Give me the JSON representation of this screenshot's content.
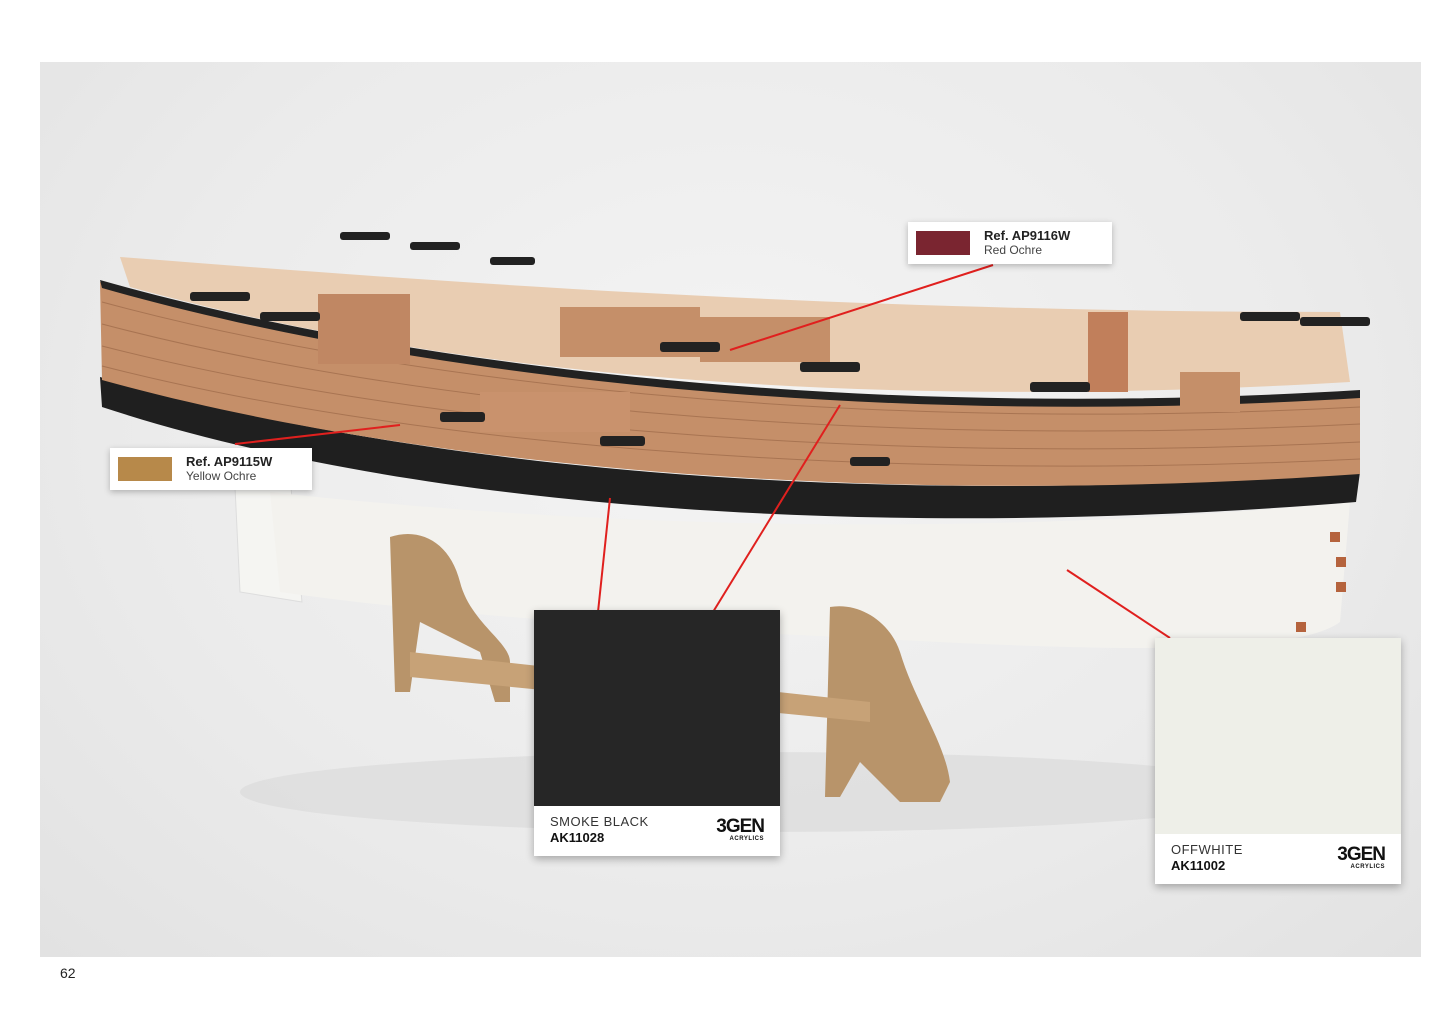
{
  "page": {
    "number": "62"
  },
  "labels": [
    {
      "ref": "Ref. AP9116W",
      "name": "Red Ochre",
      "color": "#7a2530"
    },
    {
      "ref": "Ref. AP9115W",
      "name": "Yellow Ochre",
      "color": "#b7894a"
    }
  ],
  "chips": [
    {
      "name": "SMOKE BLACK",
      "code": "AK11028",
      "color": "#262626",
      "brand": "3GEN",
      "brand_sub": "ACRYLICS"
    },
    {
      "name": "OFFWHITE",
      "code": "AK11002",
      "color": "#eeefe8",
      "brand": "3GEN",
      "brand_sub": "ACRYLICS"
    }
  ],
  "leader_color": "#e0201e"
}
